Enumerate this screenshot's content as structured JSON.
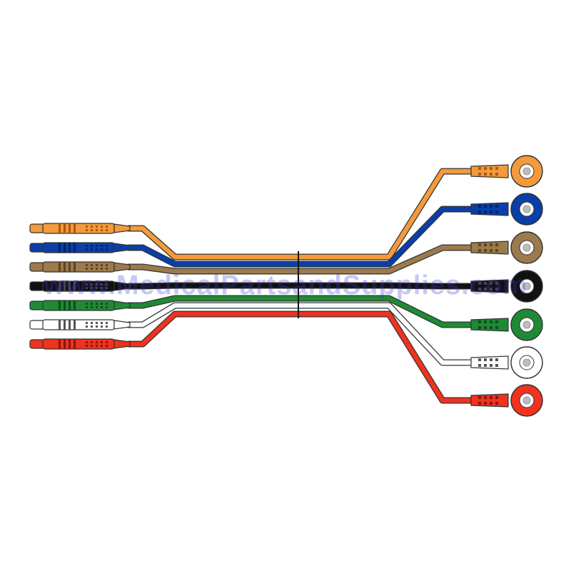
{
  "watermark": "www.MedicalPartsandSupplies.com",
  "leads": [
    {
      "name": "orange",
      "color": "#f39a3c",
      "band": "#a85a14"
    },
    {
      "name": "blue",
      "color": "#0a3fa8",
      "band": "#042468"
    },
    {
      "name": "brown",
      "color": "#9b7a4c",
      "band": "#5c4426"
    },
    {
      "name": "black",
      "color": "#111111",
      "band": "#444444"
    },
    {
      "name": "green",
      "color": "#1f8a34",
      "band": "#0c4f1a"
    },
    {
      "name": "white",
      "color": "#ffffff",
      "band": "#555555"
    },
    {
      "name": "red",
      "color": "#f0321e",
      "band": "#8a160a"
    }
  ],
  "outline_color": "#333333"
}
